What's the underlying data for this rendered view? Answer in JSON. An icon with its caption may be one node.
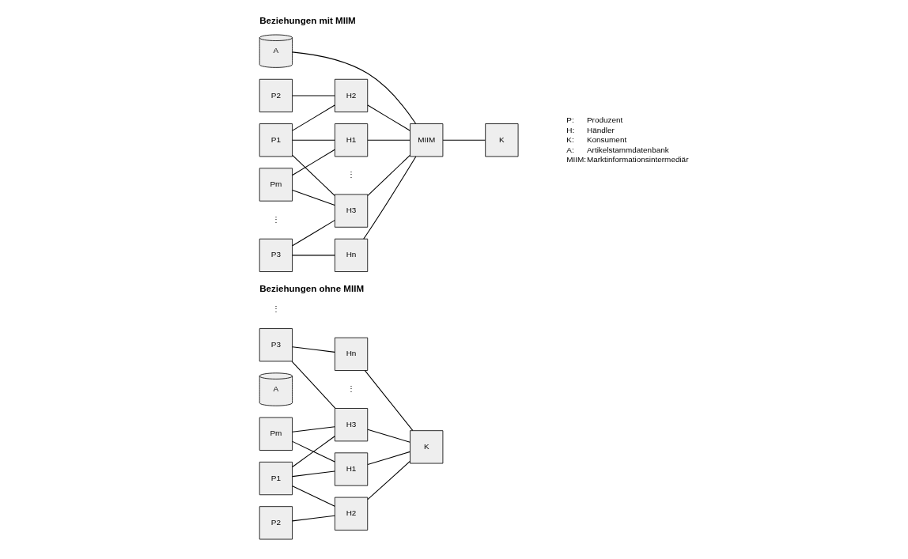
{
  "diagram": {
    "nodes": [
      {
        "text": [
          "P1"
        ]
      },
      {
        "text": [
          "P2"
        ]
      },
      {
        "text": [
          "P3"
        ]
      },
      {
        "text": [
          "Pm"
        ]
      },
      {
        "text": [
          "H1"
        ]
      },
      {
        "text": [
          "H2"
        ]
      },
      {
        "text": [
          "H3"
        ]
      },
      {
        "text": [
          "Hn"
        ]
      },
      {
        "text": [
          "K"
        ]
      },
      {
        "text": [
          "A"
        ]
      },
      {
        "text": [
          "P1"
        ]
      },
      {
        "text": [
          "P2"
        ]
      },
      {
        "text": [
          "P3"
        ]
      },
      {
        "text": [
          "Pm"
        ]
      },
      {
        "text": [
          "H1"
        ]
      },
      {
        "text": [
          "H2"
        ]
      },
      {
        "text": [
          "H3"
        ]
      },
      {
        "text": [
          "Hn"
        ]
      },
      {
        "text": [
          "MIIM"
        ]
      },
      {
        "text": [
          "K"
        ]
      },
      {
        "text": [
          "A"
        ]
      }
    ],
    "edges": [
      {
        "from": 0,
        "to": 4,
        "arrow": "none"
      },
      {
        "from": 0,
        "to": 5,
        "arrow": "none"
      },
      {
        "from": 0,
        "to": 6,
        "arrow": "none"
      },
      {
        "from": 1,
        "to": 5,
        "arrow": "none"
      },
      {
        "from": 2,
        "to": 6,
        "arrow": "none"
      },
      {
        "from": 2,
        "to": 7,
        "arrow": "none"
      },
      {
        "from": 3,
        "to": 4,
        "arrow": "none"
      },
      {
        "from": 3,
        "to": 6,
        "arrow": "none"
      },
      {
        "from": 4,
        "to": 8,
        "arrow": "none"
      },
      {
        "from": 5,
        "to": 8,
        "arrow": "none"
      },
      {
        "from": 6,
        "to": 8,
        "arrow": "none"
      },
      {
        "from": 7,
        "to": 8,
        "arrow": "none"
      },
      {
        "from": 10,
        "to": 14,
        "arrow": "none"
      },
      {
        "from": 10,
        "to": 15,
        "arrow": "none"
      },
      {
        "from": 10,
        "to": 16,
        "arrow": "none"
      },
      {
        "from": 11,
        "to": 15,
        "arrow": "none"
      },
      {
        "from": 12,
        "to": 16,
        "arrow": "none"
      },
      {
        "from": 12,
        "to": 17,
        "arrow": "none"
      },
      {
        "from": 13,
        "to": 14,
        "arrow": "none"
      },
      {
        "from": 13,
        "to": 16,
        "arrow": "none"
      },
      {
        "from": 14,
        "to": 18,
        "arrow": "none"
      },
      {
        "from": 15,
        "to": 18,
        "arrow": "none"
      },
      {
        "from": 16,
        "to": 18,
        "arrow": "none"
      },
      {
        "from": 17,
        "to": 18,
        "arrow": "none"
      },
      {
        "from": 18,
        "to": 19,
        "arrow": "none"
      },
      {
        "from": 18,
        "to": 20,
        "arrow": "none"
      }
    ],
    "labels": [
      "Beziehungen ohne MIIM",
      "⋮",
      "⋮",
      "Beziehungen mit MIIM",
      "⋮",
      "⋮",
      "P:",
      "Produzent",
      "H:",
      "Händler",
      "K:",
      "Konsument",
      "A:",
      "Artikelstammdatenbank",
      "MIIM:",
      "Marktinformationsintermediär"
    ]
  }
}
